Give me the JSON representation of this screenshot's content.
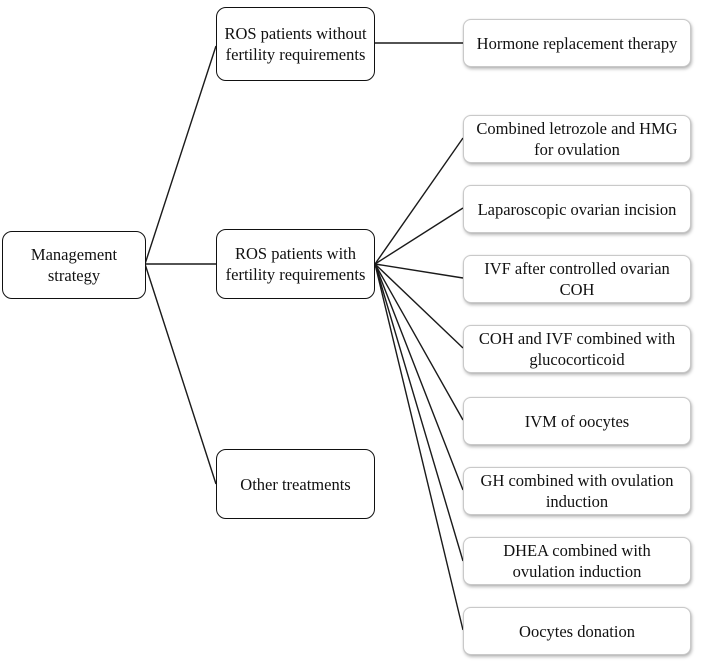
{
  "diagram": {
    "root": {
      "label": "Management strategy"
    },
    "groups": [
      {
        "label": "ROS patients without fertility requirements",
        "children": [
          "Hormone replacement therapy"
        ]
      },
      {
        "label": "ROS patients with fertility requirements",
        "children": [
          "Combined letrozole and HMG for ovulation",
          "Laparoscopic ovarian incision",
          "IVF after controlled ovarian COH",
          "COH and IVF combined with glucocorticoid",
          "IVM of oocytes",
          "GH combined with ovulation induction",
          "DHEA combined with ovulation induction",
          "Oocytes donation"
        ]
      },
      {
        "label": "Other treatments",
        "children": []
      }
    ]
  }
}
